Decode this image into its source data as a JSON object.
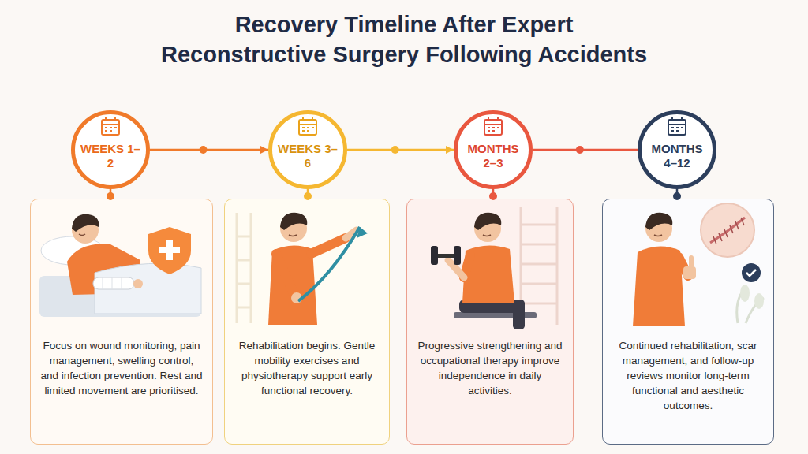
{
  "diagram": {
    "title": "Recovery Timeline After Expert Reconstructive Surgery Following Accidents",
    "nodes": [
      {
        "text": [
          "WEEKS 1–2"
        ]
      },
      {
        "text": [
          "WEEKS 3–6"
        ]
      },
      {
        "text": [
          "MONTHS 2–3"
        ]
      },
      {
        "text": [
          "MONTHS 4–12"
        ]
      },
      {
        "text": [
          "Focus on wound monitoring, pain management, swelling control, and infection prevention. Rest and limited movement are prioritised."
        ]
      },
      {
        "text": [
          "Rehabilitation begins. Gentle mobility exercises and physiotherapy support early functional recovery."
        ]
      },
      {
        "text": [
          "Progressive strengthening and occupational therapy improve independence in daily activities."
        ]
      },
      {
        "text": [
          "Continued rehabilitation, scar management, and follow-up reviews monitor long-term functional and aesthetic outcomes."
        ]
      }
    ],
    "edges": [
      {
        "from": 0,
        "to": 1,
        "arrow": "to"
      },
      {
        "from": 1,
        "to": 2,
        "arrow": "to"
      },
      {
        "from": 2,
        "to": 3,
        "arrow": "none"
      },
      {
        "from": 0,
        "to": 4,
        "arrow": "none"
      },
      {
        "from": 1,
        "to": 5,
        "arrow": "none"
      },
      {
        "from": 2,
        "to": 6,
        "arrow": "none"
      },
      {
        "from": 3,
        "to": 7,
        "arrow": "none"
      }
    ]
  }
}
